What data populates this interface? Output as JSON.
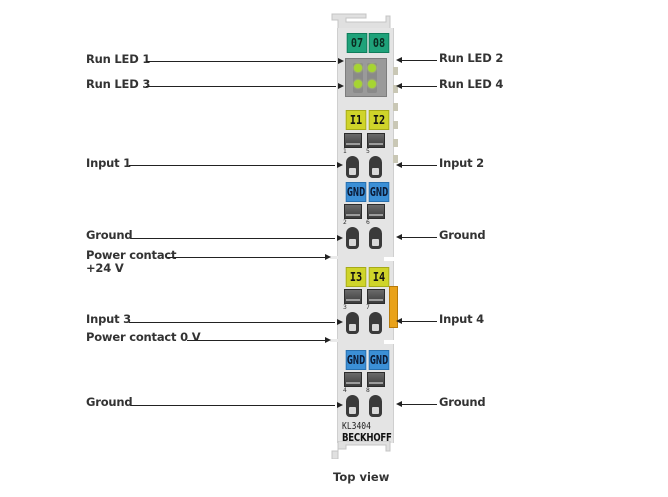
{
  "title": "KL3404 terminal top view",
  "caption": "Top view",
  "device": {
    "model": "KL3404",
    "brand": "BECKHOFF",
    "led_tags": [
      "07",
      "08"
    ],
    "channel_tags_1": [
      "I1",
      "I2"
    ],
    "gnd_tags_1": [
      "GND",
      "GND"
    ],
    "channel_tags_2": [
      "I3",
      "I4"
    ],
    "gnd_tags_2": [
      "GND",
      "GND"
    ],
    "pin_numbers": [
      "1",
      "5",
      "2",
      "6",
      "3",
      "7",
      "4",
      "8"
    ],
    "colors": {
      "led_tag": "#1fa27a",
      "channel_tag": "#cfd42a",
      "gnd_tag": "#3b8fd6",
      "led_on": "#a6d531",
      "accent": "#e9a21a"
    }
  },
  "labels_left": [
    {
      "text": "Run LED 1"
    },
    {
      "text": "Run LED 3"
    },
    {
      "text": "Input 1"
    },
    {
      "text": "Ground"
    },
    {
      "text": "Power contact",
      "text2": "+24 V"
    },
    {
      "text": "Input 3"
    },
    {
      "text": "Power contact 0 V"
    },
    {
      "text": "Ground"
    }
  ],
  "labels_right": [
    {
      "text": "Run LED 2"
    },
    {
      "text": "Run LED 4"
    },
    {
      "text": "Input 2"
    },
    {
      "text": "Ground"
    },
    {
      "text": "Input 4"
    },
    {
      "text": "Ground"
    }
  ]
}
